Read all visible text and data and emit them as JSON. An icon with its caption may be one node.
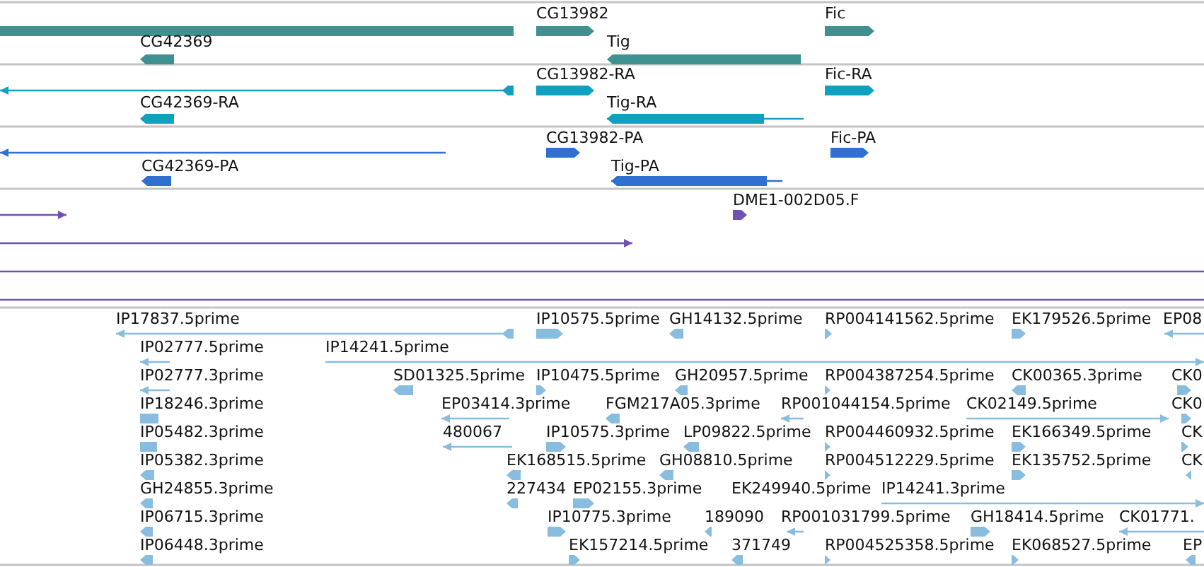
{
  "diagram": {
    "labels": [
      "CG13982",
      "Fic",
      "CG42369",
      "Tig",
      "CG13982-RA",
      "Fic-RA",
      "CG42369-RA",
      "Tig-RA",
      "CG13982-PA",
      "Fic-PA",
      "CG42369-PA",
      "Tig-PA",
      "DME1-002D05.F",
      "IP17837.5prime",
      "IP10575.5prime",
      "GH14132.5prime",
      "RP004141562.5prime",
      "EK179526.5prime",
      "EP08",
      "IP02777.5prime",
      "IP14241.5prime",
      "IP02777.3prime",
      "SD01325.5prime",
      "IP10475.5prime",
      "GH20957.5prime",
      "RP004387254.5prime",
      "CK00365.3prime",
      "CK0",
      "IP18246.3prime",
      "EP03414.3prime",
      "FGM217A05.3prime",
      "RP001044154.5prime",
      "CK02149.5prime",
      "CK0",
      "IP05482.3prime",
      "480067",
      "IP10575.3prime",
      "LP09822.5prime",
      "RP004460932.5prime",
      "EK166349.5prime",
      "CK",
      "IP05382.3prime",
      "EK168515.5prime",
      "GH08810.5prime",
      "RP004512229.5prime",
      "EK135752.5prime",
      "CK",
      "GH24855.3prime",
      "227434",
      "EP02155.3prime",
      "EK249940.5prime",
      "IP14241.3prime",
      "IP06715.3prime",
      "IP10775.3prime",
      "189090",
      "RP001031799.5prime",
      "GH18414.5prime",
      "CK01771.",
      "IP06448.3prime",
      "EK157214.5prime",
      "371749",
      "RP004525358.5prime",
      "EK068527.5prime",
      "EP"
    ]
  }
}
